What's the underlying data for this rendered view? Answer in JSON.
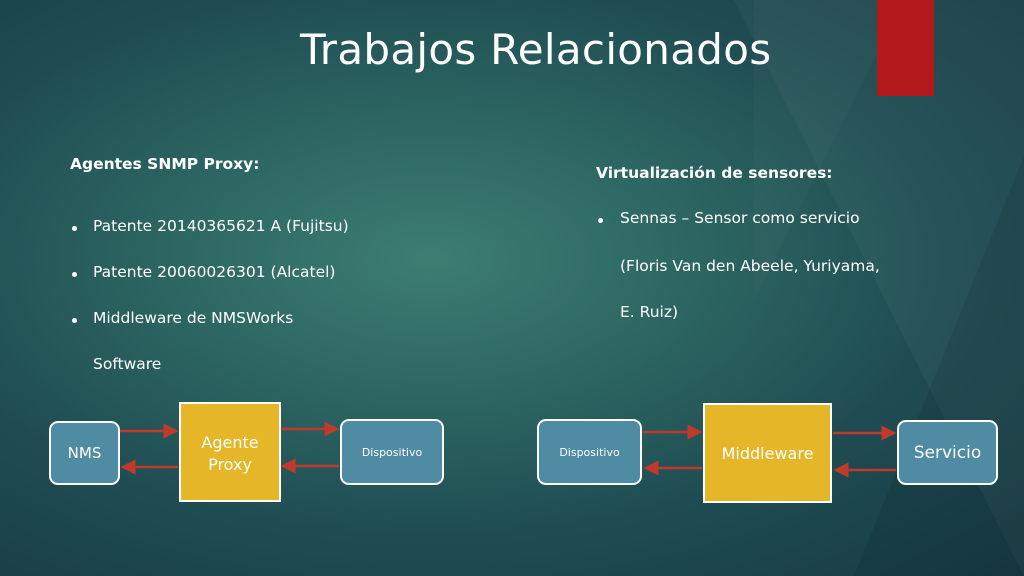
{
  "title": "Trabajos Relacionados",
  "left_section": {
    "heading": "Agentes SNMP Proxy:",
    "bullets": [
      "Patente 20140365621 A (Fujitsu)",
      "Patente 20060026301 (Alcatel)",
      "Middleware de NMSWorks"
    ],
    "continuation": "Software"
  },
  "right_section": {
    "heading": "Virtualización de sensores:",
    "bullets": [
      "Sennas – Sensor como servicio"
    ],
    "continuation": [
      "(Floris Van den Abeele, Yuriyama,",
      "E. Ruiz)"
    ]
  },
  "diagram_left": {
    "nms": "NMS",
    "agent_line1": "Agente",
    "agent_line2": "Proxy",
    "device": "Dispositivo"
  },
  "diagram_right": {
    "device": "Dispositivo",
    "middleware": "Middleware",
    "service": "Servicio"
  },
  "colors": {
    "accent_red": "#b3181c",
    "box_blue": "#4f8ba2",
    "box_gold": "#e5b627",
    "arrow": "#c0392b"
  }
}
